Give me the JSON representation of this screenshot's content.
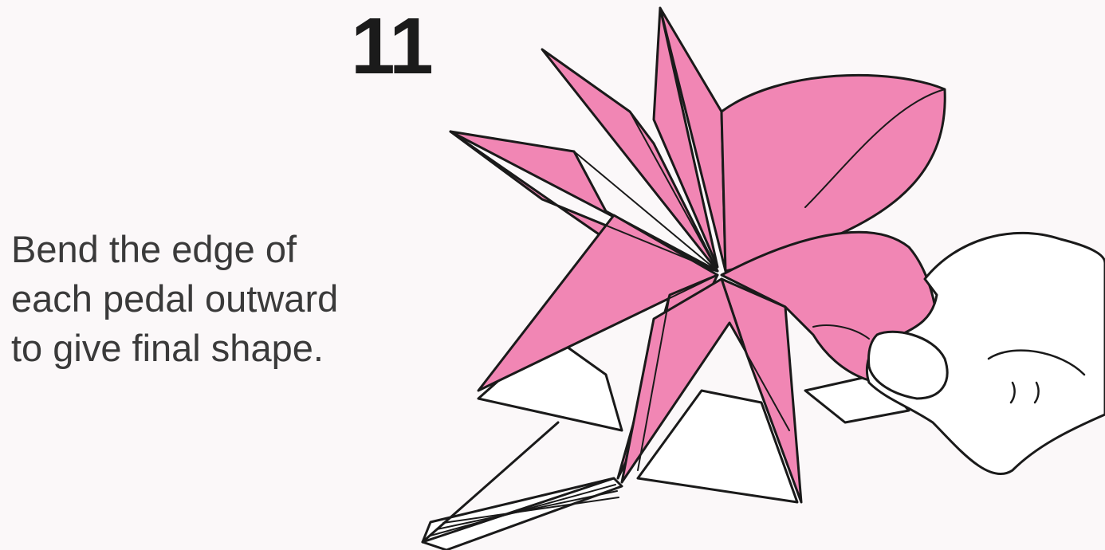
{
  "step": {
    "number": "11"
  },
  "instruction": {
    "lines": [
      "Bend the edge of",
      "each pedal outward",
      "to give final shape."
    ]
  },
  "colors": {
    "petal_fill": "#f186b4",
    "outline": "#1a1a1a",
    "paper_back": "#ffffff",
    "background": "#fbf8f9"
  },
  "icons": [
    "origami-flower-illustration",
    "hand-icon"
  ]
}
